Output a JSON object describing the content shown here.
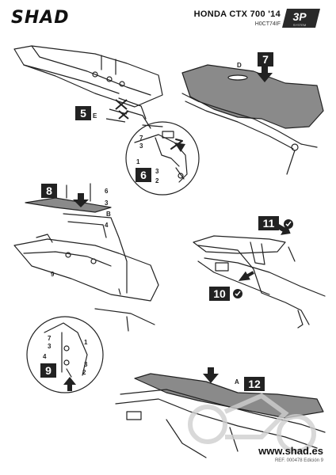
{
  "header": {
    "brand": "SHAD",
    "model": "HONDA CTX 700 '14",
    "model_code": "H0CT74IF",
    "badge": "3P",
    "badge_sub": "SYSTEM"
  },
  "steps": {
    "s5": "5",
    "s6": "6",
    "s7": "7",
    "s8": "8",
    "s9": "9",
    "s10": "10",
    "s11": "11",
    "s12": "12"
  },
  "labels": {
    "E": "E",
    "D": "D",
    "A": "A",
    "B": "B",
    "p1a": "1",
    "p2a": "2",
    "p3a": "3",
    "p7a": "7",
    "p6b": "6",
    "p3b": "3",
    "p4b": "4",
    "p9b": "9",
    "p7c": "7",
    "p3c": "3",
    "p1c": "1",
    "p4c": "4",
    "p3d": "3",
    "p2c": "2"
  },
  "footer": {
    "website": "www.shad.es",
    "ref": "REF. 000478 Edición 9"
  },
  "colors": {
    "ink": "#222222",
    "seat": "#8a8a8a",
    "watermark": "#cfcfcf"
  }
}
